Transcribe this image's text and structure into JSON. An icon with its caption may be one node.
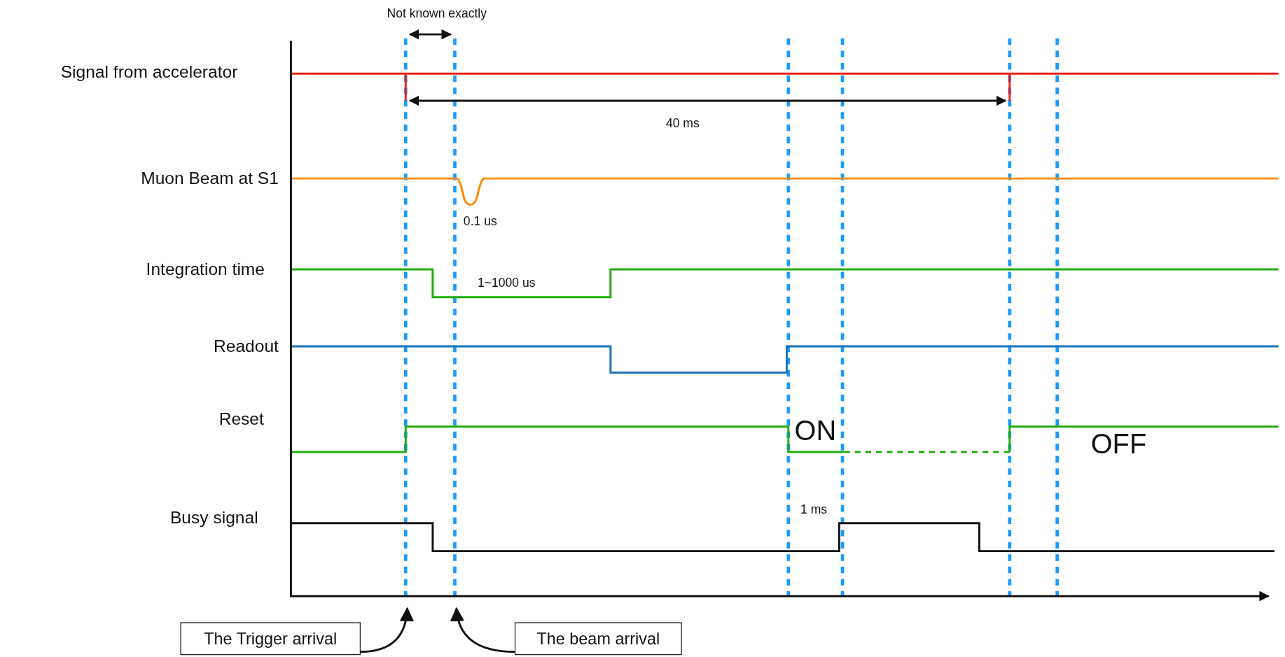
{
  "diagram": {
    "nodes": [
      {
        "text": [
          "The Trigger arrival"
        ]
      },
      {
        "text": [
          "The beam arrival"
        ]
      }
    ],
    "edges": [
      {
        "from": 0,
        "to": null,
        "arrow": "to"
      },
      {
        "from": 1,
        "to": null,
        "arrow": "to"
      }
    ],
    "labels": [
      "Not known exactly",
      "Signal from accelerator",
      "40 ms",
      "Muon Beam at S1",
      "0.1 us",
      "Integration time",
      "1~1000 us",
      "Readout",
      "Reset",
      "ON",
      "OFF",
      "1 ms",
      "Busy signal"
    ]
  }
}
